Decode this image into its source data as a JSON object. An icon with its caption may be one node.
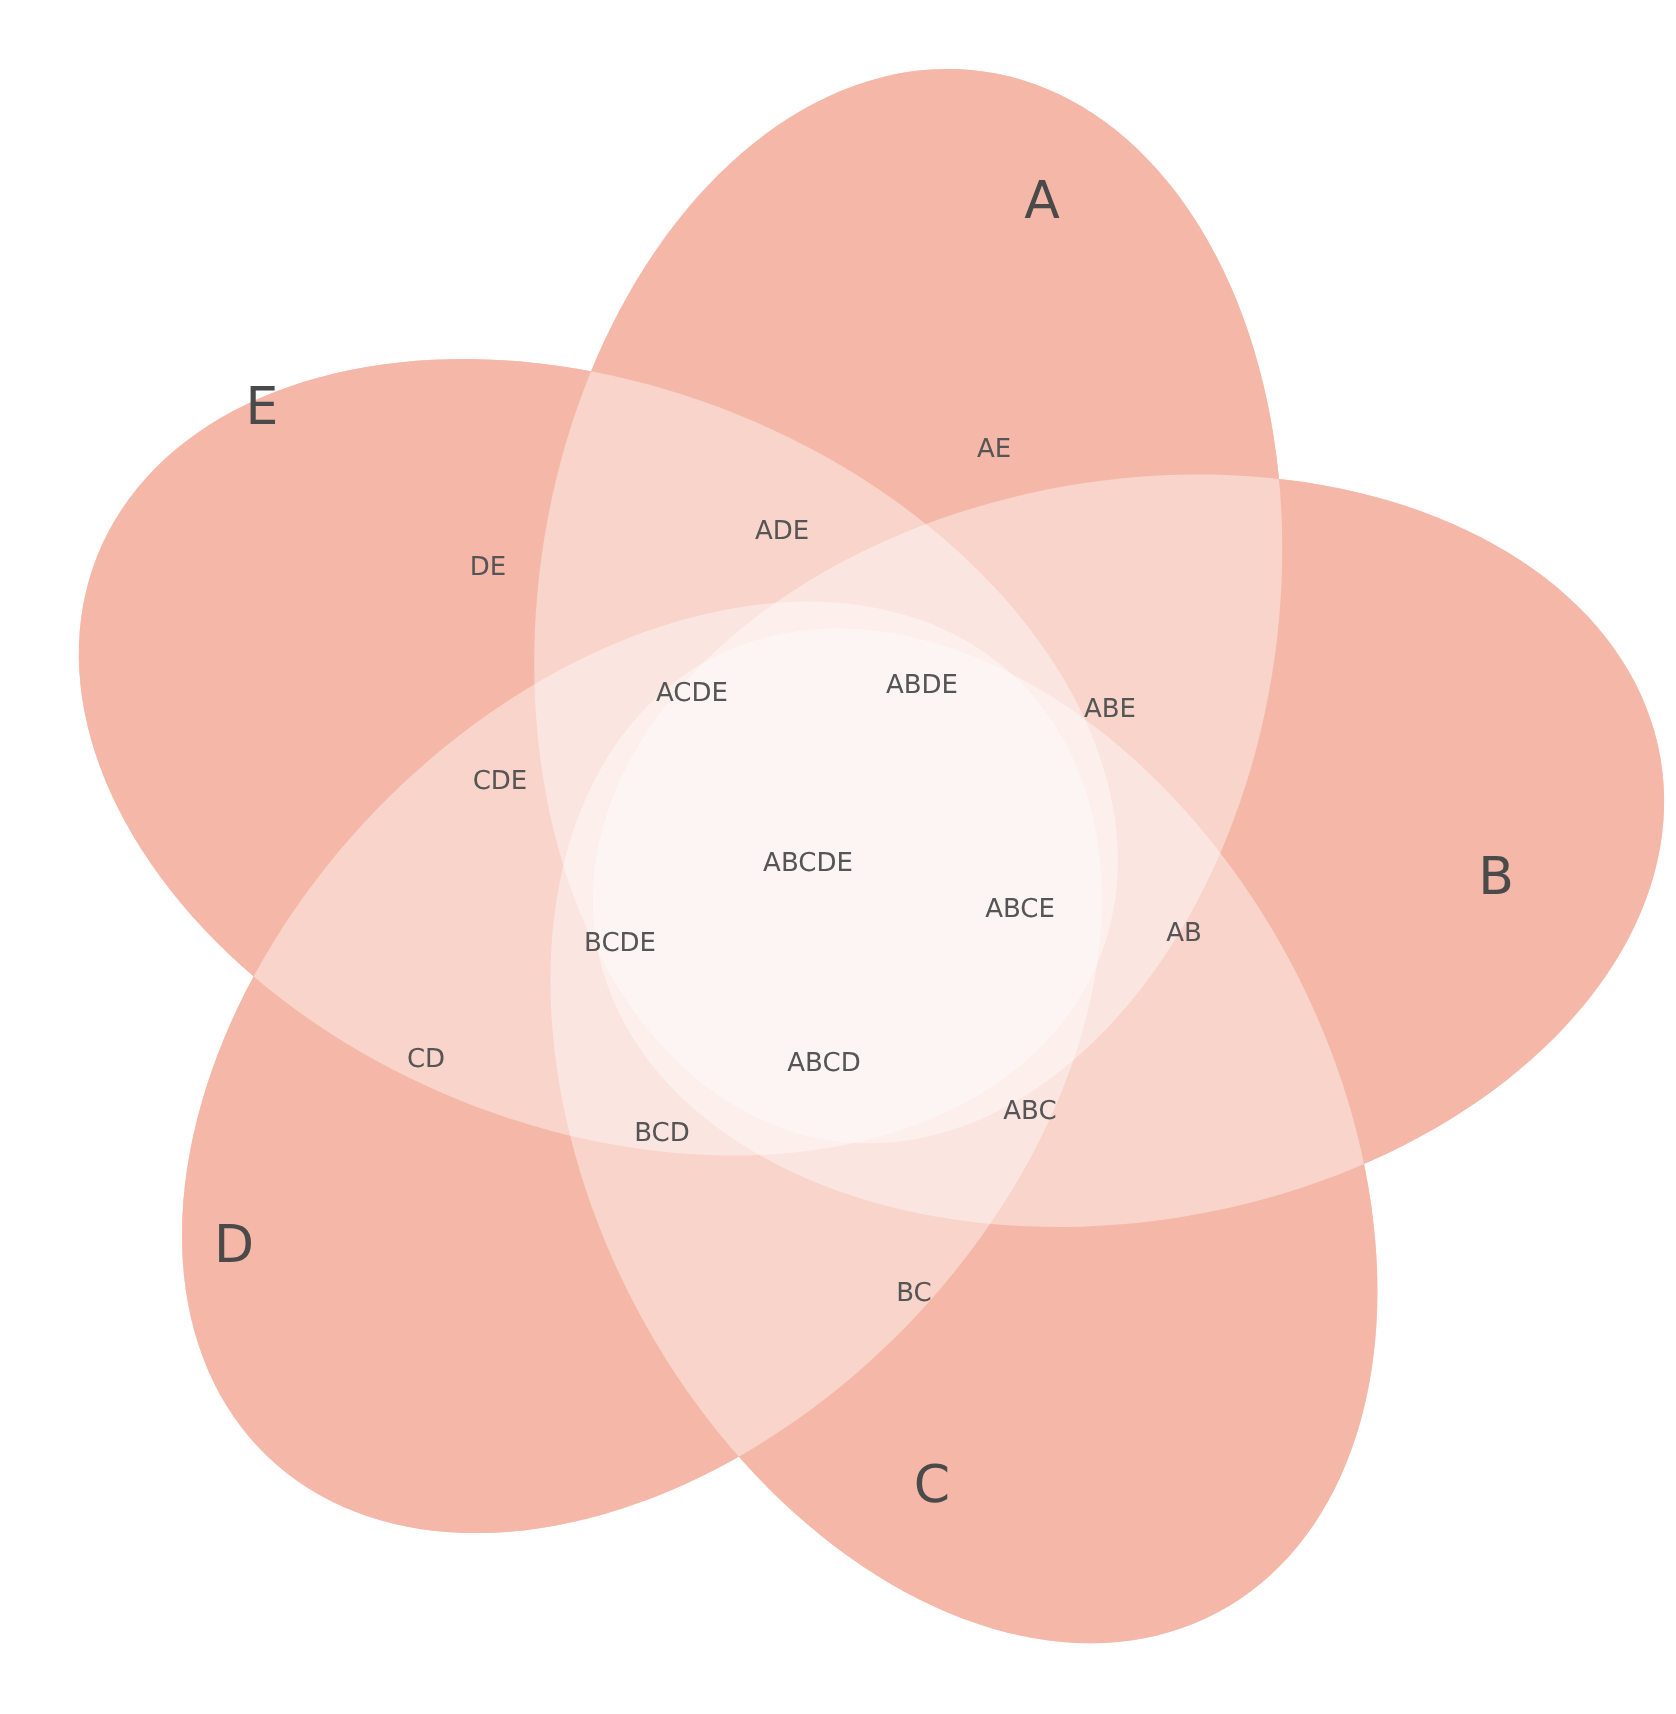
{
  "diagram": {
    "nodes": [
      {
        "text": [
          "A"
        ]
      },
      {
        "text": [
          "E"
        ]
      },
      {
        "text": [
          "B"
        ]
      },
      {
        "text": [
          "D"
        ]
      },
      {
        "text": [
          "C"
        ]
      }
    ],
    "labels": [
      "AE",
      "ADE",
      "DE",
      "ABDE",
      "ACDE",
      "ABE",
      "CDE",
      "ABCDE",
      "ABCE",
      "AB",
      "BCDE",
      "CD",
      "ABCD",
      "ABC",
      "BCD",
      "BC"
    ]
  }
}
